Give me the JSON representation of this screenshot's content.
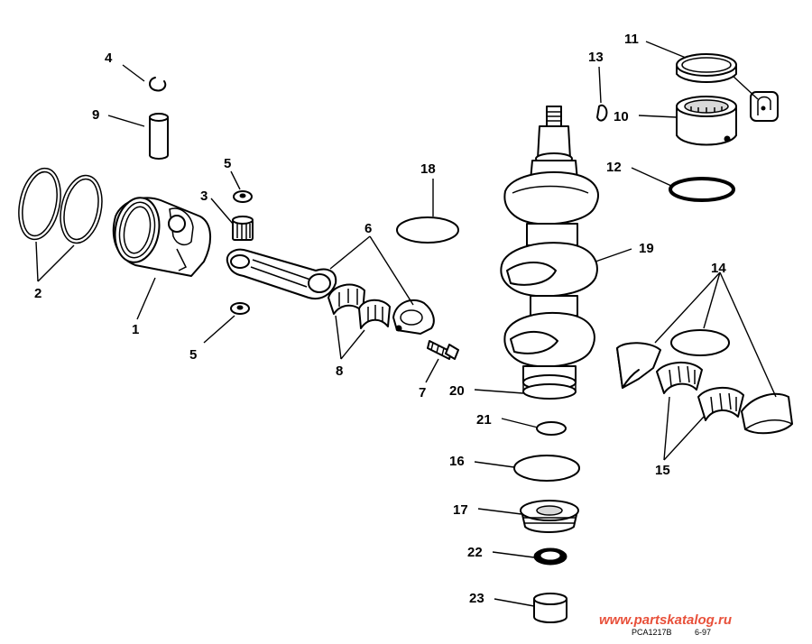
{
  "callouts": {
    "c1": "1",
    "c2": "2",
    "c3": "3",
    "c4": "4",
    "c5a": "5",
    "c5b": "5",
    "c6": "6",
    "c7": "7",
    "c8": "8",
    "c9": "9",
    "c10": "10",
    "c11": "11",
    "c12": "12",
    "c13": "13",
    "c14": "14",
    "c15": "15",
    "c16": "16",
    "c17": "17",
    "c18": "18",
    "c19": "19",
    "c20": "20",
    "c21": "21",
    "c22": "22",
    "c23": "23"
  },
  "footer": {
    "watermark": "www.partskatalog.ru",
    "drawing_code": "PCA1217B",
    "date_code": "6-97"
  },
  "colors": {
    "line": "#000000",
    "background": "#ffffff",
    "watermark": "#e8503a"
  }
}
